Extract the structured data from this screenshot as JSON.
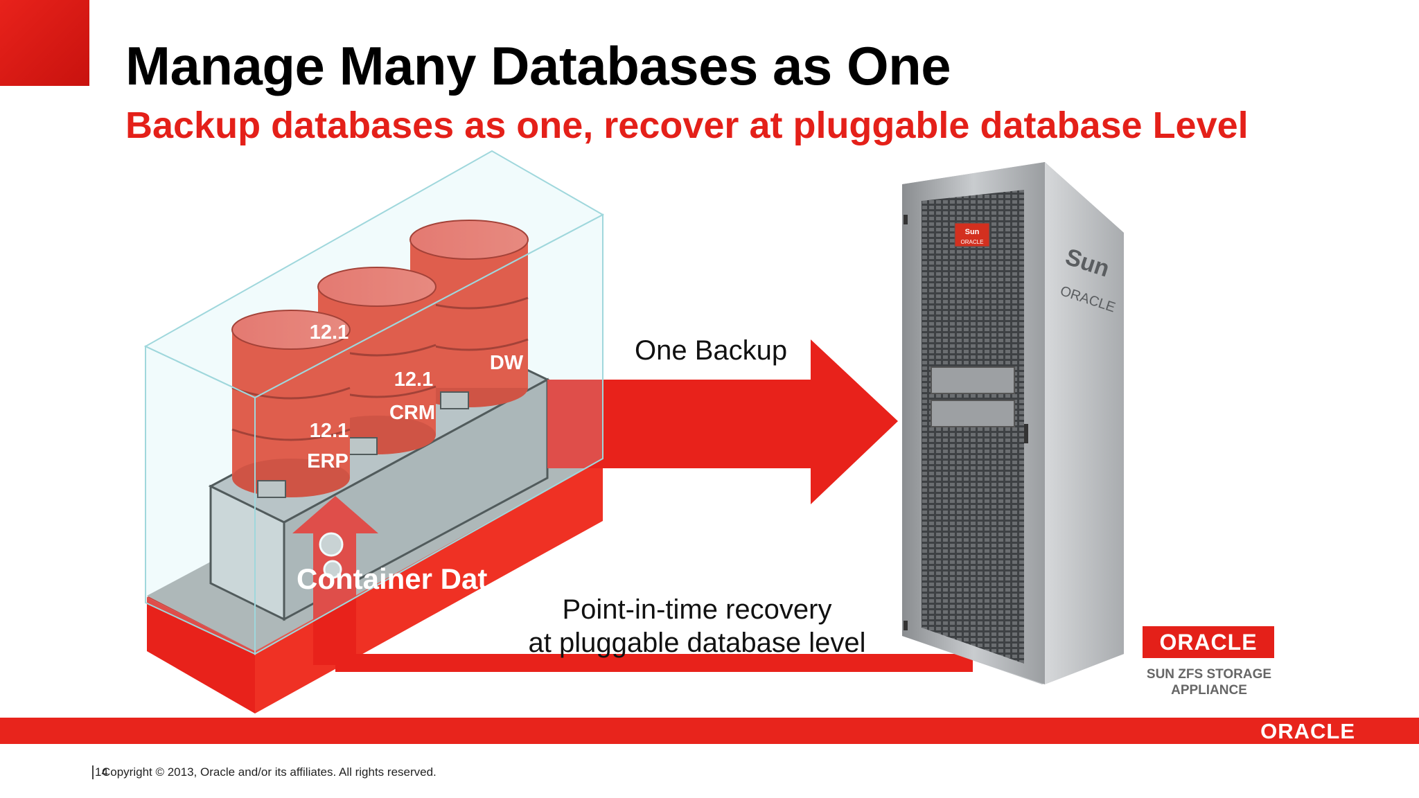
{
  "slide": {
    "title": "Manage Many Databases as One",
    "subtitle": "Backup databases as one, recover at pluggable database Level"
  },
  "diagram": {
    "backup_label": "One Backup",
    "recovery_line1": "Point-in-time recovery",
    "recovery_line2": "at pluggable database level",
    "container_label": "Container Dat",
    "databases": [
      {
        "version": "12.1",
        "name": "ERP"
      },
      {
        "version": "12.1",
        "name": "CRM"
      },
      {
        "version": "12.1",
        "name": "DW"
      }
    ],
    "storage": {
      "badge": "ORACLE",
      "line1": "SUN ZFS STORAGE",
      "line2": "APPLIANCE",
      "rack_brand": "Sun",
      "rack_sub": "ORACLE"
    }
  },
  "footer": {
    "page_number": "14",
    "copyright": "Copyright © 2013, Oracle and/or its affiliates. All rights reserved.",
    "logo": "ORACLE"
  },
  "colors": {
    "accent_red": "#e42019",
    "db_red": "#e8371f"
  }
}
